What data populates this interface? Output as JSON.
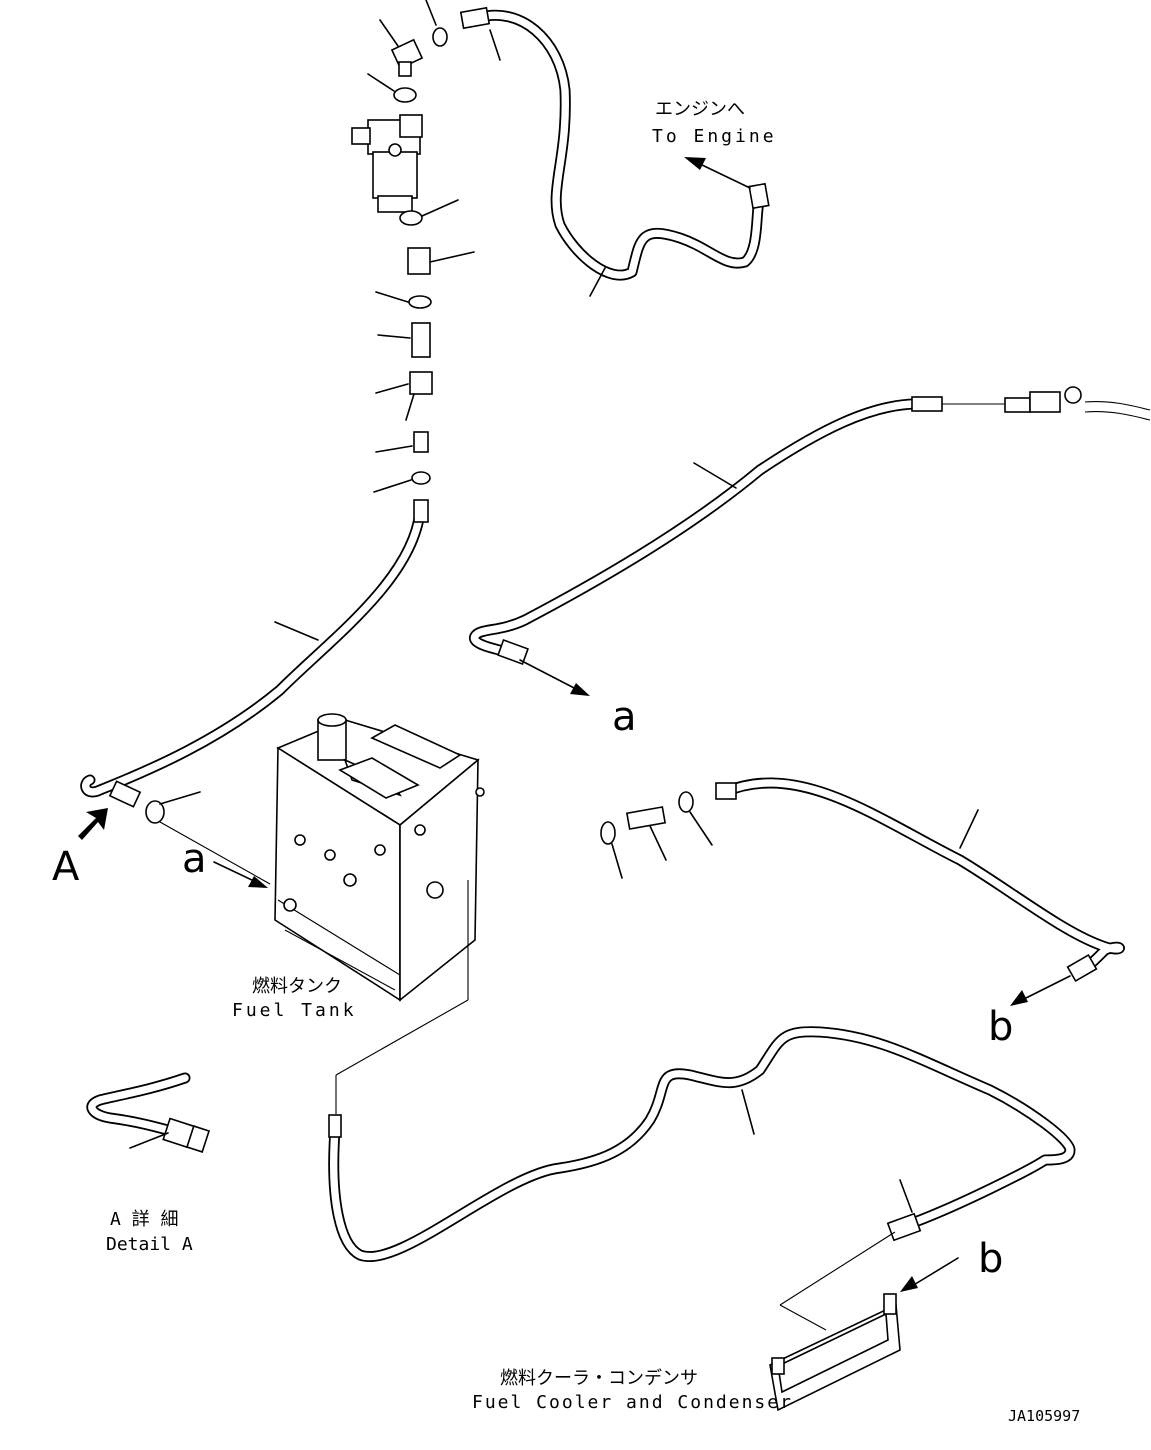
{
  "labels": {
    "to_engine_jp": "エンジンへ",
    "to_engine_en": "To Engine",
    "fuel_tank_jp": "燃料タンク",
    "fuel_tank_en": "Fuel Tank",
    "detail_a_jp": "A 詳 細",
    "detail_a_en": "Detail A",
    "cooler_jp": "燃料クーラ・コンデンサ",
    "cooler_en": "Fuel Cooler and Condenser",
    "view_letter": "A",
    "ref_a_top": "a",
    "ref_a_tank": "a",
    "ref_b_right": "b",
    "ref_b_cooler": "b",
    "drawing_no": "JA105997"
  }
}
